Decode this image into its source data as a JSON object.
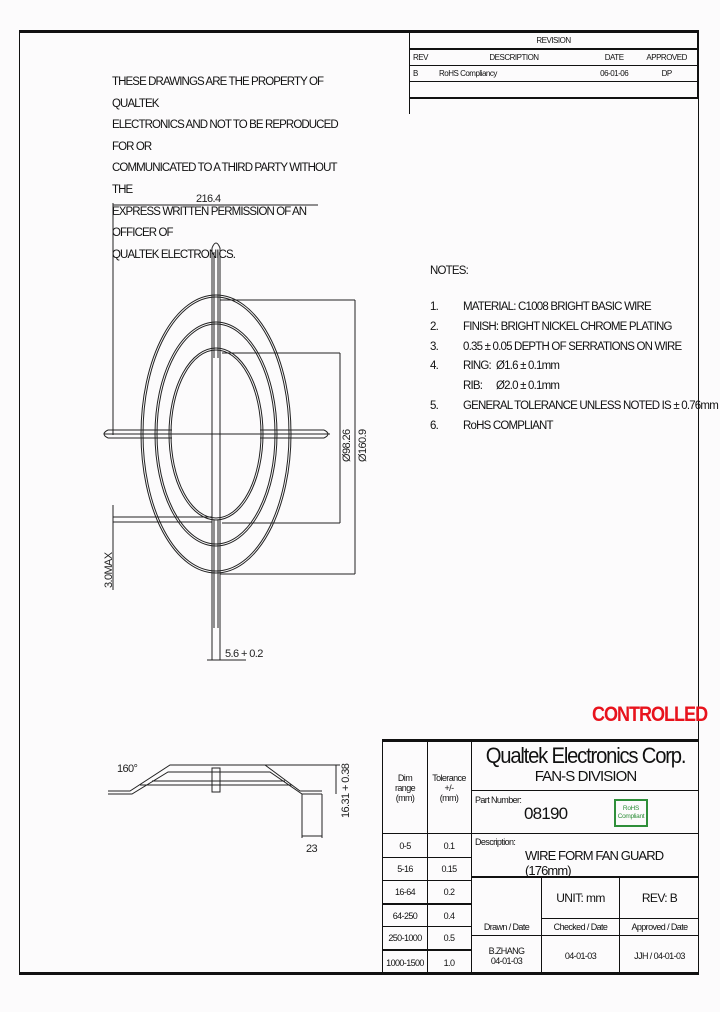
{
  "revision": {
    "title": "REVISION",
    "headers": [
      "REV",
      "DESCRIPTION",
      "DATE",
      "APPROVED"
    ],
    "rows": [
      {
        "rev": "B",
        "description": "RoHS Compliancy",
        "date": "06-01-06",
        "approved": "DP"
      }
    ]
  },
  "property_notice": [
    "THESE DRAWINGS ARE THE PROPERTY OF QUALTEK",
    "ELECTRONICS AND NOT TO BE REPRODUCED FOR OR",
    "COMMUNICATED TO A THIRD PARTY WITHOUT THE",
    "EXPRESS WRITTEN PERMISSION OF AN OFFICER OF",
    "QUALTEK ELECTRONICS."
  ],
  "notes": {
    "title": "NOTES:",
    "items": [
      {
        "num": "1.",
        "label": "",
        "text": "MATERIAL: C1008 BRIGHT BASIC WIRE"
      },
      {
        "num": "2.",
        "label": "",
        "text": "FINISH: BRIGHT NICKEL CHROME PLATING"
      },
      {
        "num": "3.",
        "label": "",
        "text": "0.35 ± 0.05 DEPTH OF SERRATIONS ON WIRE"
      },
      {
        "num": "4.",
        "label": "RING:",
        "text": "Ø1.6 ± 0.1mm"
      },
      {
        "num": "",
        "label": "RIB:",
        "text": "Ø2.0 ± 0.1mm"
      },
      {
        "num": "5.",
        "label": "",
        "text": "GENERAL TOLERANCE UNLESS NOTED IS ± 0.76mm"
      },
      {
        "num": "6.",
        "label": "",
        "text": "RoHS COMPLIANT"
      }
    ]
  },
  "drawing": {
    "dim_width": "216.4",
    "dim_inner": "Ø98.26",
    "dim_outer": "Ø160.9",
    "dim_max": "3.0MAX",
    "dim_rib": "5.6 + 0.2",
    "side_angle": "160°",
    "side_height": "16.31 + 0.38",
    "side_flange": "23"
  },
  "stamp": "CONTROLLED",
  "title_block": {
    "company": "Qualtek Electronics Corp.",
    "division": "FAN-S DIVISION",
    "part_number_label": "Part Number:",
    "part_number": "08190",
    "rohs_badge": [
      "RoHS",
      "Compliant"
    ],
    "description_label": "Description:",
    "description": "WIRE FORM FAN GUARD (176mm)",
    "unit": "UNIT:  mm",
    "rev": "REV:  B",
    "drawn_label": "Drawn / Date",
    "checked_label": "Checked / Date",
    "approved_label": "Approved / Date",
    "drawn_value": [
      "B.ZHANG",
      "04-01-03"
    ],
    "checked_value": "04-01-03",
    "approved_value": "JJH / 04-01-03",
    "tolerance_headers": {
      "dim": [
        "Dim",
        "range",
        "(mm)"
      ],
      "tol": [
        "Tolerance",
        "+/-",
        "(mm)"
      ]
    },
    "tolerance_rows": [
      {
        "range": "0-5",
        "tol": "0.1"
      },
      {
        "range": "5-16",
        "tol": "0.15"
      },
      {
        "range": "16-64",
        "tol": "0.2"
      },
      {
        "range": "64-250",
        "tol": "0.4"
      },
      {
        "range": "250-1000",
        "tol": "0.5"
      },
      {
        "range": "1000-1500",
        "tol": "1.0"
      }
    ]
  }
}
